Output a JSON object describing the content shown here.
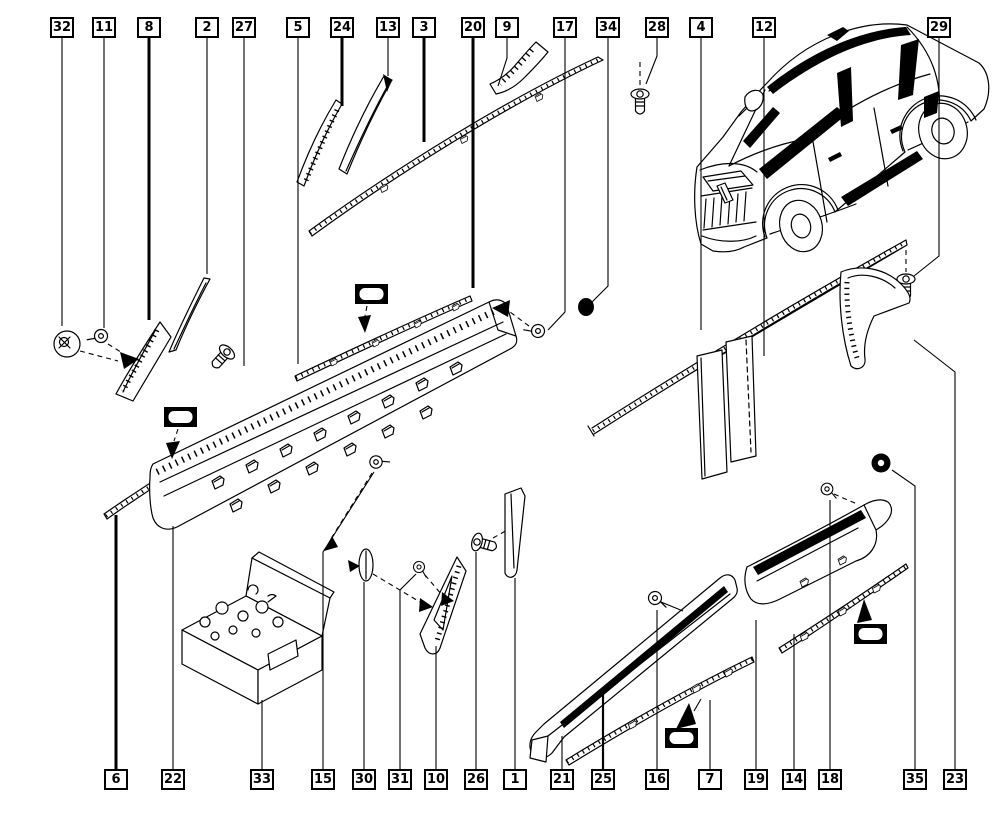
{
  "colors": {
    "ink": "#000000",
    "paper": "#ffffff"
  },
  "callouts": {
    "top": [
      "32",
      "11",
      "8",
      "2",
      "27",
      "5",
      "24",
      "13",
      "3",
      "20",
      "9",
      "17",
      "34",
      "28",
      "4",
      "12",
      "29"
    ],
    "bottom": [
      "6",
      "22",
      "33",
      "15",
      "30",
      "31",
      "10",
      "26",
      "1",
      "21",
      "25",
      "16",
      "7",
      "19",
      "14",
      "18",
      "35",
      "23"
    ]
  }
}
